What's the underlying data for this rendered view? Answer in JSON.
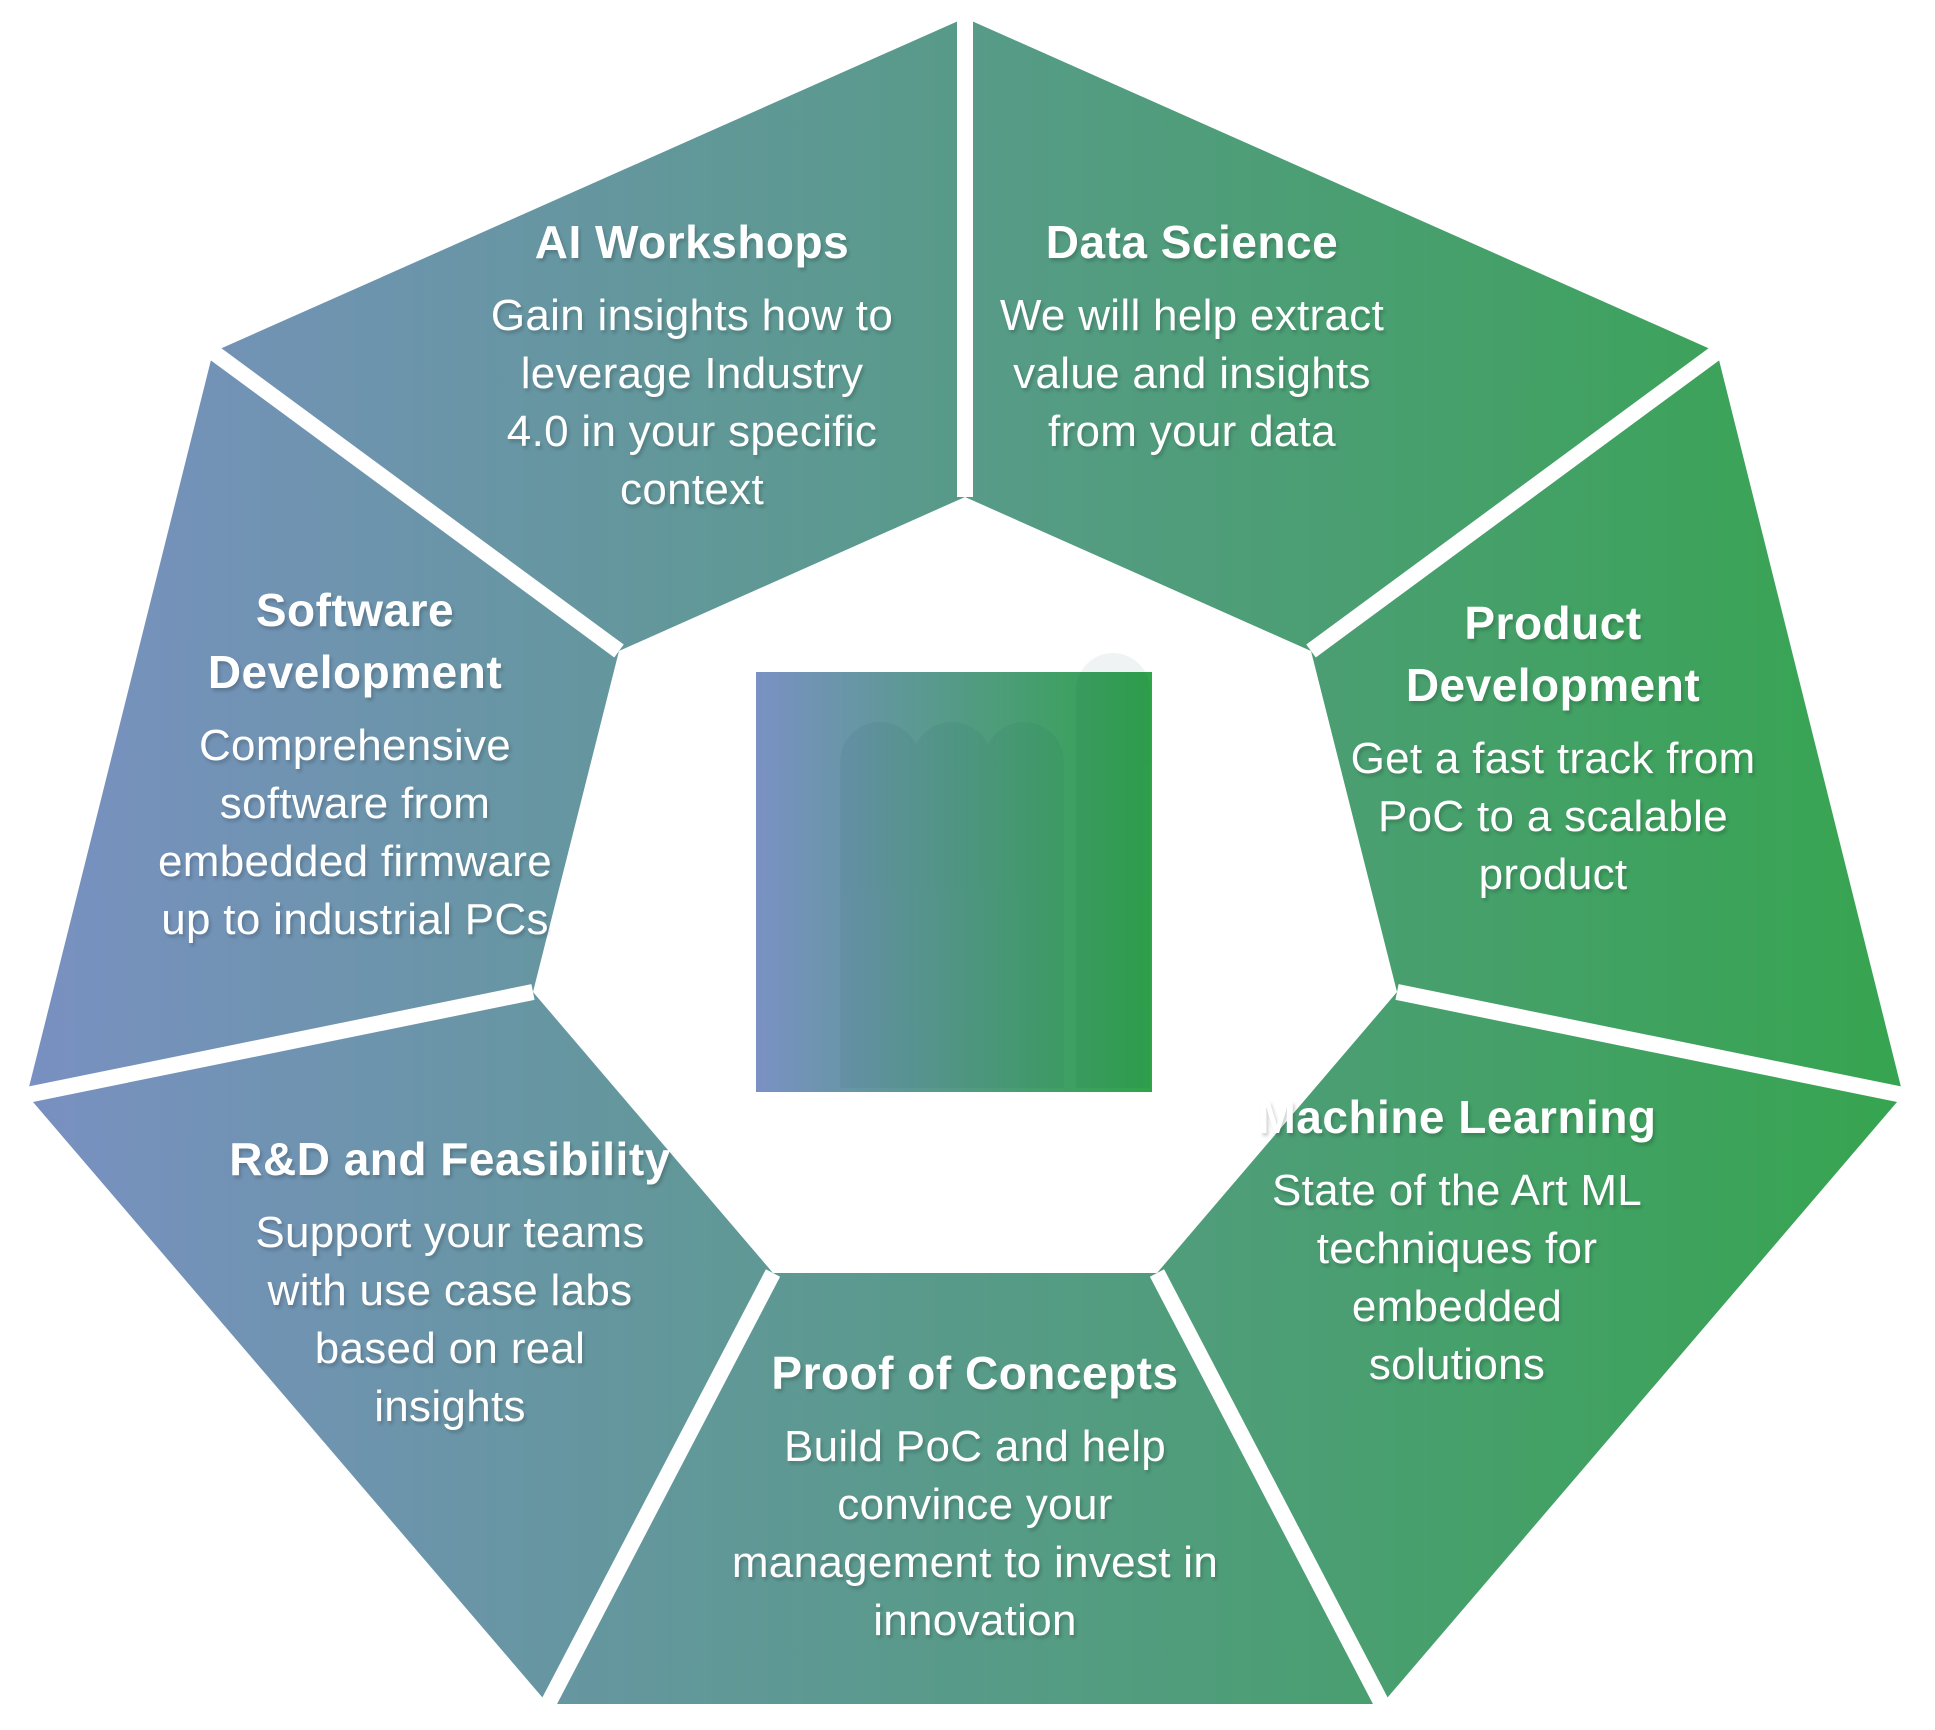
{
  "figure": {
    "type": "heptagon-services-diagram",
    "colors": {
      "gradient_left": "#7A90C3",
      "gradient_right": "#35A54E",
      "square_gradient_left": "#7A91C4",
      "square_gradient_right": "#2FA449",
      "divider": "#FFFFFF",
      "text": "#FFFFFF",
      "background": "#FFFFFF"
    },
    "center_square": {
      "watermark_icon": "faint-logo-watermark"
    },
    "segments": [
      {
        "id": "ai-workshops",
        "title": "AI Workshops",
        "description": "Gain insights how to\nleverage Industry\n4.0 in your specific\ncontext"
      },
      {
        "id": "data-science",
        "title": "Data Science",
        "description": "We will help extract\nvalue and insights\nfrom your data"
      },
      {
        "id": "product-development",
        "title": "Product\nDevelopment",
        "description": "Get a fast track from\nPoC to a scalable\nproduct"
      },
      {
        "id": "machine-learning",
        "title": "Machine Learning",
        "description": "State of the Art ML\ntechniques for\nembedded\nsolutions"
      },
      {
        "id": "proof-of-concepts",
        "title": "Proof of Concepts",
        "description": "Build PoC and help\nconvince your\nmanagement to invest in\ninnovation"
      },
      {
        "id": "rd-and-feasibility",
        "title": "R&D and Feasibility",
        "description": "Support your teams\nwith use case labs\nbased on real\ninsights"
      },
      {
        "id": "software-development",
        "title": "Software\nDevelopment",
        "description": "Comprehensive\nsoftware from\nembedded firmware\nup to industrial PCs"
      }
    ]
  }
}
